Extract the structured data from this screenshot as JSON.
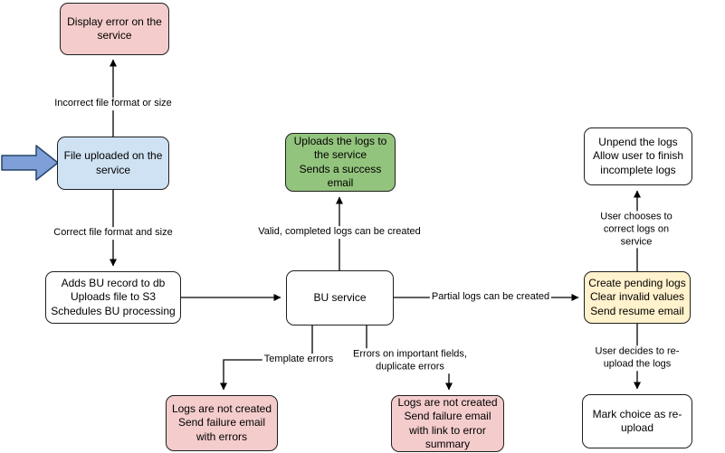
{
  "diagram": {
    "nodes": {
      "display_error": {
        "label": "Display error on the\nservice"
      },
      "file_uploaded": {
        "label": "File uploaded on the\nservice"
      },
      "adds_bu_record": {
        "label": "Adds BU record to db\nUploads file to S3\nSchedules BU processing"
      },
      "bu_service": {
        "label": "BU service"
      },
      "uploads_logs": {
        "label": "Uploads the logs to\nthe service\nSends a success\nemail"
      },
      "unpend_logs": {
        "label": "Unpend the logs\nAllow user to finish\nincomplete logs"
      },
      "create_pending": {
        "label": "Create pending logs\nClear invalid values\nSend resume email"
      },
      "mark_reupload": {
        "label": "Mark choice as re-\nupload"
      },
      "failure_errors": {
        "label": "Logs are not created\nSend failure email\nwith errors"
      },
      "failure_summary": {
        "label": "Logs are not created\nSend failure email\nwith link to error\nsummary"
      }
    },
    "edge_labels": {
      "incorrect_format": "Incorrect file format or size",
      "correct_format": "Correct file format and size",
      "valid_logs": "Valid, completed logs can be created",
      "partial_logs": "Partial logs can be created",
      "template_errors": "Template errors",
      "field_errors": "Errors on important fields,\nduplicate errors",
      "correct_on_service": "User chooses to correct logs on service",
      "reupload": "User decides to re-upload the logs"
    },
    "colors": {
      "pink": "#f4cccc",
      "blue": "#cfe2f3",
      "green": "#93c47d",
      "yellow": "#fff2cc",
      "node-border": "#1f1f1f",
      "connector": "#000000",
      "arrow-fill": "#7e9fd8",
      "arrow-stroke": "#274568"
    }
  }
}
